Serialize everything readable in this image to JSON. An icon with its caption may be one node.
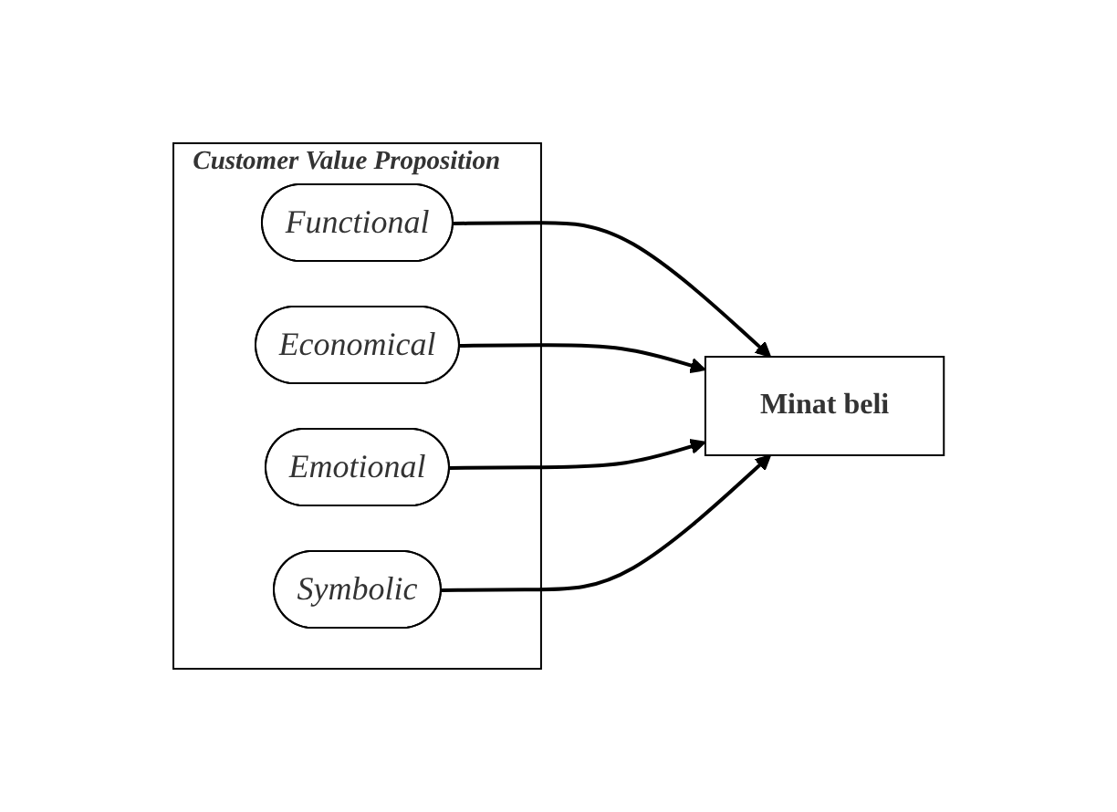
{
  "diagram": {
    "nodes": [
      {
        "text": [
          "Customer Value Proposition"
        ]
      },
      {
        "text": [
          "Functional"
        ],
        "in": 0
      },
      {
        "text": [
          "Economical"
        ],
        "in": 0
      },
      {
        "text": [
          "Emotional"
        ],
        "in": 0
      },
      {
        "text": [
          "Symbolic"
        ],
        "in": 0
      },
      {
        "text": [
          "Minat beli"
        ]
      }
    ],
    "edges": [
      {
        "from": 1,
        "to": 5,
        "arrow": "to"
      },
      {
        "from": 2,
        "to": 5,
        "arrow": "to"
      },
      {
        "from": 3,
        "to": 5,
        "arrow": "to"
      },
      {
        "from": 4,
        "to": 5,
        "arrow": "to"
      }
    ]
  }
}
